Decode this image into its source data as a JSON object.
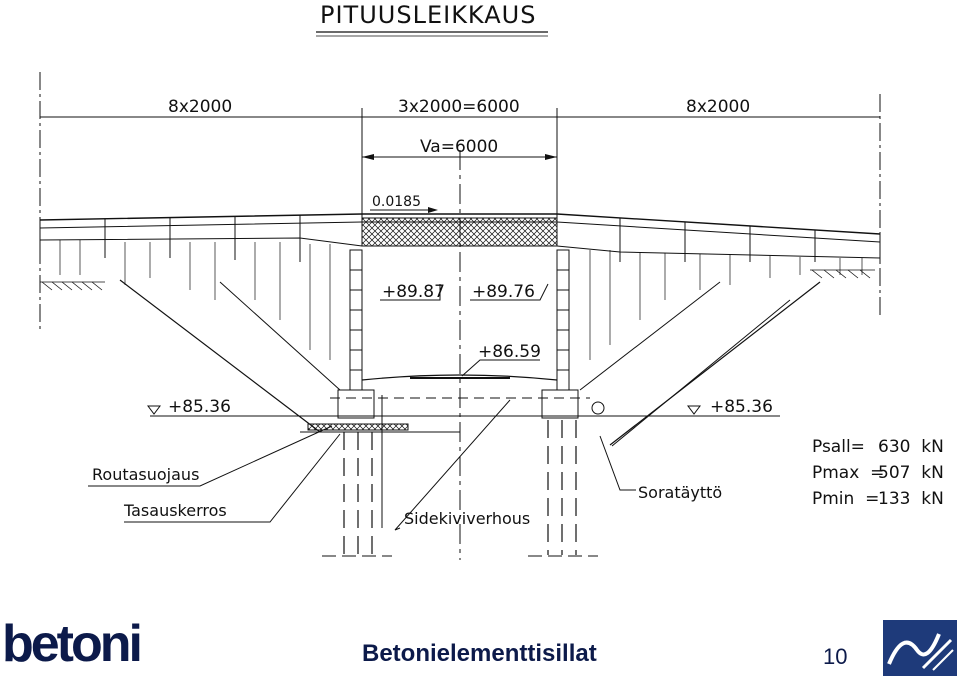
{
  "drawing": {
    "title": "PITUUSLEIKKAUS",
    "dims": {
      "left_span": "8x2000",
      "middle_span": "3x2000=6000",
      "right_span": "8x2000",
      "opening": "Va=6000"
    },
    "slope": "0.0185",
    "levels": {
      "top_left": "+89.87",
      "top_right": "+89.76",
      "bottom": "+86.59",
      "water_left": "+85.36",
      "water_right": "+85.36"
    },
    "labels": {
      "frost": "Routasuojaus",
      "leveling": "Tasauskerros",
      "stone": "Sidekiviverhous",
      "gravel": "Soratäyttö"
    },
    "loads": [
      {
        "name": "Psall=",
        "value": "630  kN"
      },
      {
        "name": "Pmax  =",
        "value": "507  kN"
      },
      {
        "name": "Pmin  =",
        "value": "133  kN"
      }
    ]
  },
  "footer": {
    "logo_text": "betoni",
    "title": "Betonielementtisillat",
    "page_number": "10",
    "emblem_color": "#1e3a7a"
  },
  "colors": {
    "line": "#111111",
    "brand": "#0c1a4a"
  }
}
